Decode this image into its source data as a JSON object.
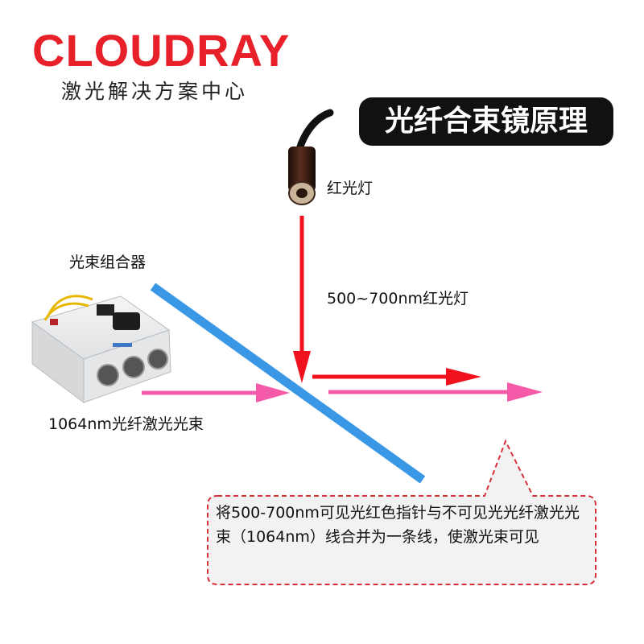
{
  "brand": {
    "logo_text": "CLOUDRAY",
    "subtitle": "激光解决方案中心",
    "color": "#e8202a"
  },
  "title": "光纤合束镜原理",
  "labels": {
    "red_light": "红光灯",
    "combiner": "光束组合器",
    "red_wavelength": "500~700nm红光灯",
    "fiber_laser": "1064nm光纤激光光束"
  },
  "note": "将500-700nm可见光红色指针与不可见光光纤激光光束（1064nm）线合并为一条线，使激光束可见",
  "colors": {
    "red_beam": "#f0101e",
    "pink_beam": "#f55aa8",
    "combiner": "#3a97e6",
    "callout_border": "#d8303a",
    "callout_fill": "#f2f2f2"
  }
}
